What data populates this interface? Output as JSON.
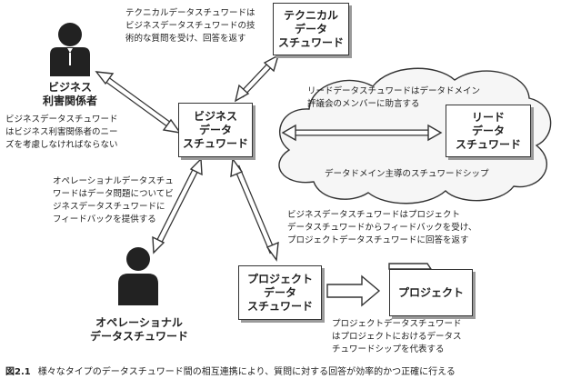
{
  "nodes": {
    "technical": "テクニカル\nデータ\nスチュワード",
    "business_steward": "ビジネス\nデータ\nスチュワード",
    "lead": "リード\nデータ\nスチュワード",
    "project_steward": "プロジェクト\nデータ\nスチュワード",
    "project": "プロジェクト",
    "business_stakeholder": "ビジネス\n利害関係者",
    "operational": "オペレーショナル\nデータスチュワード"
  },
  "notes": {
    "technical": "テクニカルデータスチュワードは\nビジネスデータスチュワードの技\n術的な質問を受け、回答を返す",
    "stakeholder": "ビジネスデータスチュワード\nはビジネス利害関係者のニー\nズを考慮しなければならない",
    "lead": "リードデータスチュワードはデータドメイン\n評議会のメンバーに助言する",
    "domain_led": "データドメイン主導のスチュワードシップ",
    "operational": "オペレーショナルデータスチュ\nワードはデータ問題についてビ\nジネスデータスチュワードに\nフィードバックを提供する",
    "business_project": "ビジネスデータスチュワードはプロジェクト\nデータスチュワードからフィードバックを受け、\nプロジェクトデータスチュワードに回答を返す",
    "project": "プロジェクトデータスチュワード\nはプロジェクトにおけるデータス\nチュワードシップを代表する"
  },
  "caption": {
    "number": "図2.1",
    "text": "様々なタイプのデータスチュワード間の相互連携により、質問に対する回答が効率的かつ正確に行える"
  },
  "icons": [
    "person-icon",
    "cloud-icon",
    "bidirectional-arrow-icon",
    "right-arrow-icon"
  ]
}
